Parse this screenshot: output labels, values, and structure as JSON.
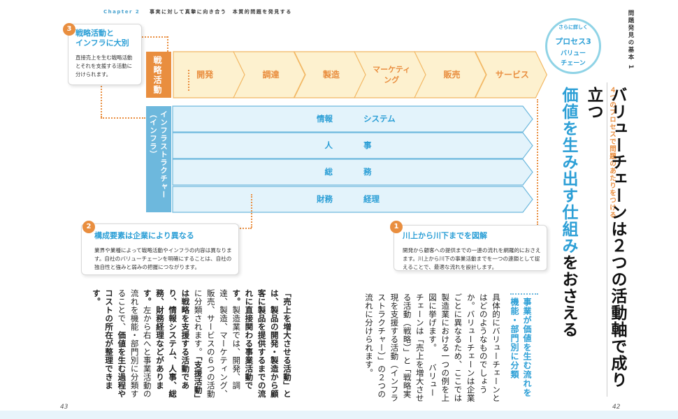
{
  "header": {
    "chapter_en": "Chapter 2",
    "chapter_jp": "事実に対して真摯に向き合う　本質的問題を発見する",
    "side_label": "問題発見の基本 1",
    "badge_top": "さらに詳しく",
    "badge_line1": "プロセス3",
    "badge_line2": "バリュー",
    "badge_line3": "チェーン"
  },
  "diagram": {
    "primary_label": "戦略活動",
    "primary_steps": [
      "開発",
      "調達",
      "製造",
      "マーケティング",
      "販売",
      "サービス"
    ],
    "support_label": "インフラストラクチャー（インフラ）",
    "support_rows": [
      {
        "left": "情報",
        "right": "システム"
      },
      {
        "left": "人",
        "right": "事"
      },
      {
        "left": "総",
        "right": "務"
      },
      {
        "left": "財務",
        "right": "経理"
      }
    ]
  },
  "callouts": [
    {
      "num": "3",
      "title_l1": "戦略活動と",
      "title_l2": "インフラに大別",
      "body": "直接売上を生む戦略活動とそれを支援する活動に分けられます。"
    },
    {
      "num": "2",
      "title": "構成要素は企業により異なる",
      "body": "業界や業種によって戦略活動やインフラの内容は異なります。自社のバリューチェーンを明確にすることは、自社の独自性と強みと弱みの把握につながります。"
    },
    {
      "num": "1",
      "title": "川上から川下までを図解",
      "body": "開発から顧客への提供までの一連の流れを網羅的におさえます。川上から川下の事業活動までを一つの連鎖として捉えることで、最適な流れを設計します。"
    }
  ],
  "headline": {
    "sub": "４つのプロセスで問題のあたりをつける",
    "line1": "バリューチェーンは２つの活動軸で成り立つ",
    "line2_pre": "価値を生み出す仕組み",
    "line2_post": "をおさえる"
  },
  "section": {
    "heading_l1": "事業が価値を生む流れを",
    "heading_l2": "機能・部門別に分類"
  },
  "article": {
    "p1": "具体的にバリューチェーンとはどのようなものでしょうか。バリューチェーンは企業ごとに異なるため、ここでは製造業における一つの例を上図に挙げます。",
    "p2": "バリューチェーンは「売上を増大させる活動（戦略）」と「戦略実現を支援する活動（インフラストラクチャー）」の２つの流れに分けられます。",
    "p3a": "「売上を増大させる活動」とは、製品の開発・製造から顧客に製品を提供するまでの流れに直接関わる事業活動です。",
    "p3b": "製造業では、開発、調達、製造、マーケティング、販売、サービスの６つの活動に分類されます。",
    "p4": "「支援活動」は戦略を支援する活動であり、情報システム、人事、総務、財務経理などがあります。",
    "p5a": "左から右へと事業活動の流れを機能・部門別に分類することで、",
    "p5b": "価値を生む過程やコストの所在が整理できます。"
  },
  "pages": {
    "left": "43",
    "right": "42"
  }
}
